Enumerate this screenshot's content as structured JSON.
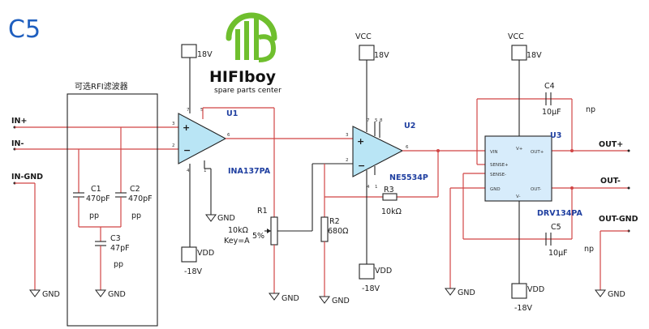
{
  "board_label": "C5",
  "logo": {
    "brand": "HIFIboy",
    "tagline": "spare parts center",
    "accent": "#6fbf2e",
    "text_color": "#111111"
  },
  "colors": {
    "wire": "#d14545",
    "body": "#222222",
    "board_label": "#1f5fbf",
    "opamp_fill": "#b9e5f5",
    "ic_fill": "#d7ecfb"
  },
  "filter_title": "可选RFI滤波器",
  "inputs": {
    "in_pos": "IN+",
    "in_neg": "IN-",
    "in_gnd": "IN-GND"
  },
  "outputs": {
    "out_pos": "OUT+",
    "out_neg": "OUT-",
    "out_gnd": "OUT-GND"
  },
  "gnd": "GND",
  "supply": {
    "p18": "18V",
    "m18": "-18V",
    "vcc": "VCC",
    "vdd": "VDD"
  },
  "u1": {
    "ref": "U1",
    "part": "INA137PA"
  },
  "u2": {
    "ref": "U2",
    "part": "NE5534P"
  },
  "u3": {
    "ref": "U3",
    "part": "DRV134PA",
    "pins": {
      "vin": "VIN",
      "sense_p": "SENSE+",
      "sense_n": "SENSE-",
      "gnd": "GND",
      "vp": "V+",
      "vm": "V-",
      "out_p": "OUT+",
      "out_n": "OUT-"
    }
  },
  "c1": {
    "ref": "C1",
    "value": "470pF",
    "note": "pp"
  },
  "c2": {
    "ref": "C2",
    "value": "470pF",
    "note": "pp"
  },
  "c3": {
    "ref": "C3",
    "value": "47pF",
    "note": "pp"
  },
  "c4": {
    "ref": "C4",
    "value": "10µF",
    "note": "np"
  },
  "c5": {
    "ref": "C5",
    "value": "10µF",
    "note": "np"
  },
  "r1": {
    "ref": "R1",
    "value": "10kΩ",
    "key": "Key=A",
    "percent": "5%"
  },
  "r2": {
    "ref": "R2",
    "value": "680Ω"
  },
  "r3": {
    "ref": "R3",
    "value": "10kΩ"
  }
}
